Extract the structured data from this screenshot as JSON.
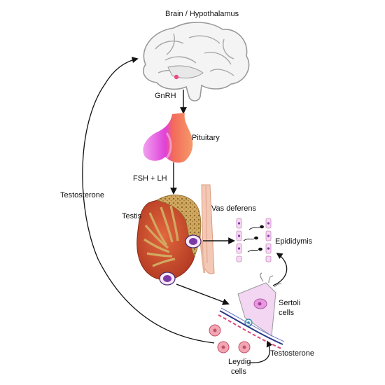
{
  "diagram": {
    "labels": {
      "brain": "Brain / Hypothalamus",
      "gnrh": "GnRH",
      "pituitary": "Pituitary",
      "fsh_lh": "FSH + LH",
      "testosterone_loop": "Testosterone",
      "testis": "Testis",
      "vas_deferens": "Vas deferens",
      "epididymis": "Epididymis",
      "sertoli_line1": "Sertoli",
      "sertoli_line2": "cells",
      "leydig_line1": "Leydig",
      "leydig_line2": "cells",
      "testosterone_bottom": "Testosterone"
    },
    "colors": {
      "pituitary_pink": "#e879e4",
      "pituitary_orange": "#f08a5d",
      "testis_red": "#c8502e",
      "testis_tubules": "#c9a35a",
      "sertoli_fill": "#f3d5f0",
      "leydig_fill": "#f2a6b3",
      "spermatid_fill": "#7c3aa6",
      "arrow": "#111111"
    }
  }
}
